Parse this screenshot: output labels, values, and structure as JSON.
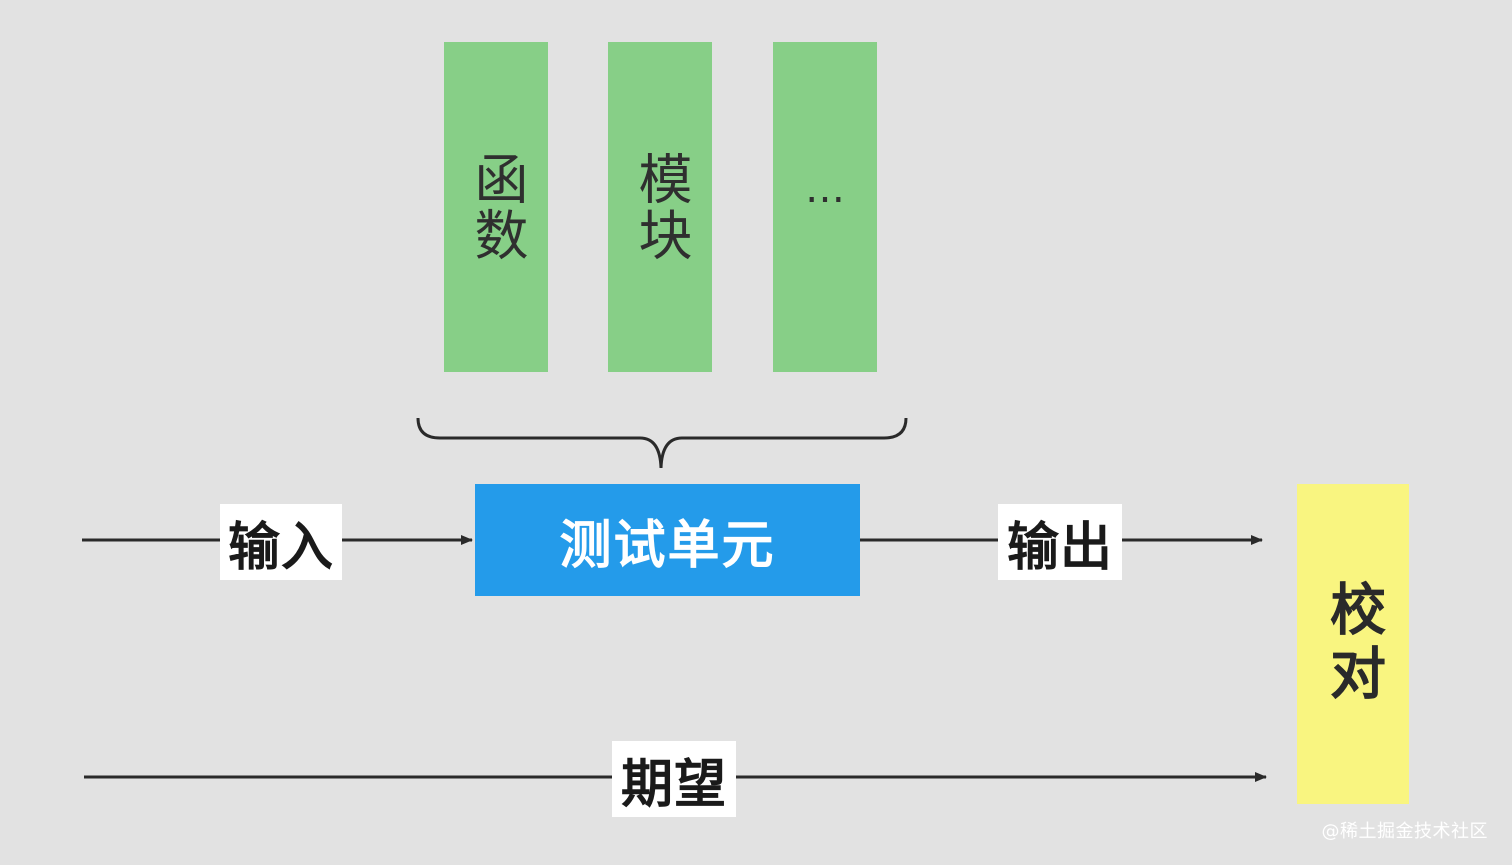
{
  "modules": [
    {
      "label": "函数"
    },
    {
      "label": "模块"
    },
    {
      "label": "…"
    }
  ],
  "unit_test": {
    "label": "测试单元"
  },
  "input": {
    "label": "输入"
  },
  "output": {
    "label": "输出"
  },
  "expect": {
    "label": "期望"
  },
  "check": {
    "label": "校对"
  },
  "watermark": "@稀土掘金技术社区",
  "colors": {
    "background": "#e2e2e2",
    "module_fill": "#87cf87",
    "unit_test_fill": "#249bea",
    "check_fill": "#f9f580",
    "arrow": "#2a2a2a"
  }
}
